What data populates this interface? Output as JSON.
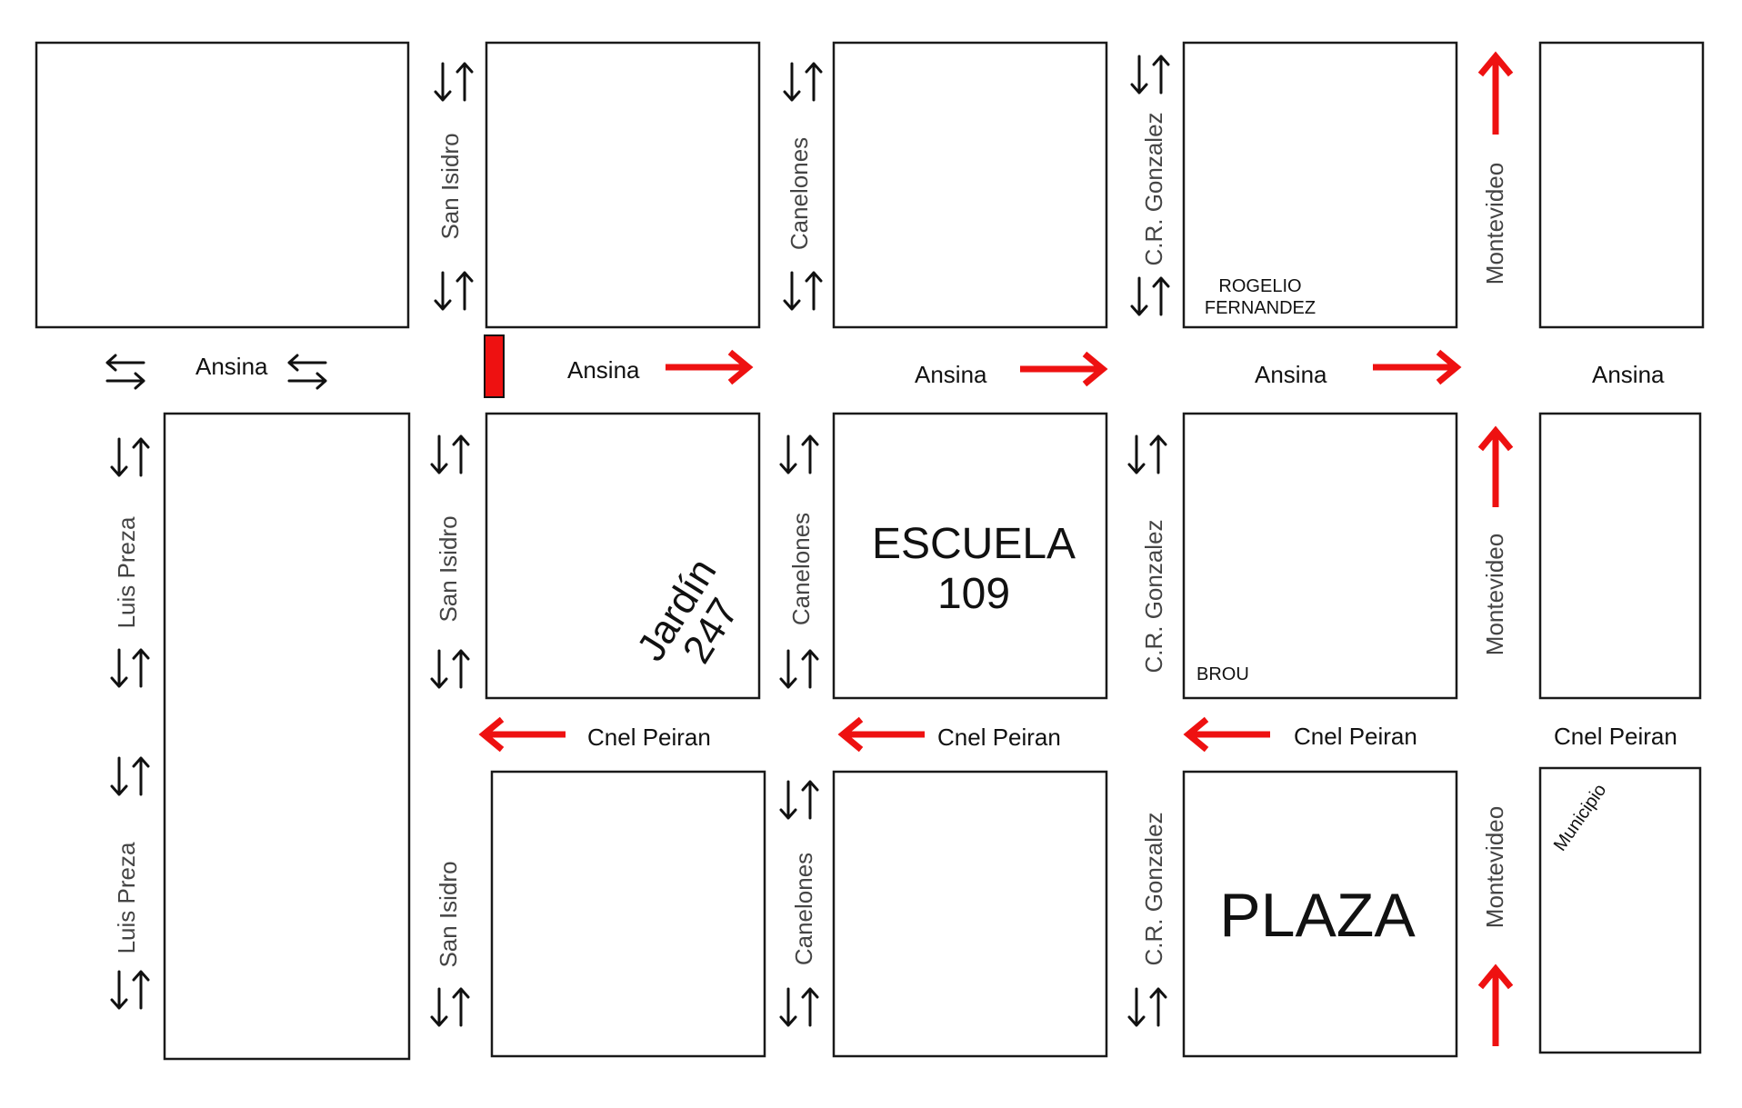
{
  "colors": {
    "oneway_arrow": "#ee1111",
    "marker": "#ee1111",
    "twoway_arrow": "#111111",
    "block_stroke": "#1a1a1a"
  },
  "streets": {
    "ansina": "Ansina",
    "cnel_peiran": "Cnel Peiran",
    "san_isidro": "San Isidro",
    "canelones": "Canelones",
    "cr_gonzalez": "C.R. Gonzalez",
    "montevideo": "Montevideo",
    "luis_preza": "Luis Preza"
  },
  "places": {
    "rogelio_line1": "ROGELIO",
    "rogelio_line2": "FERNANDEZ",
    "escuela_line1": "ESCUELA",
    "escuela_line2": "109",
    "jardin_line1": "Jardín",
    "jardin_line2": "247",
    "brou": "BROU",
    "plaza": "PLAZA",
    "municipio": "Municipio"
  },
  "legend": {
    "two_way_vertical": "two-way-vertical-arrows-icon",
    "two_way_horizontal": "two-way-horizontal-arrows-icon",
    "one_way": "one-way-red-arrow-icon"
  }
}
